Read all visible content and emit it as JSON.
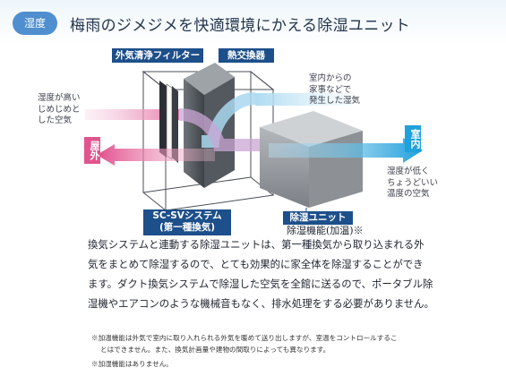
{
  "header": {
    "badge": "湿度",
    "title": "梅雨のジメジメを快適環境にかえる除湿ユニット"
  },
  "diagram": {
    "filter_label": "外気清浄フィルター",
    "exchanger_label": "熱交換器",
    "system_label_line1": "SC-SVシステム",
    "system_label_line2": "(第一種換気)",
    "unit_label": "除湿ユニット",
    "unit_sub": "除湿機能(加温)※",
    "outdoor_label": "屋外",
    "indoor_label": "室内",
    "humid_air_note": [
      "湿度が高い",
      "じめじめと",
      "した空気"
    ],
    "indoor_air_note": [
      "室内からの",
      "家事などで",
      "発生した湿気"
    ],
    "dry_air_note": [
      "湿度が低く",
      "ちょうどいい",
      "温度の空気"
    ]
  },
  "body": {
    "lines": [
      "換気システムと連動する除湿ユニットは、第一種換気から取り込まれる外",
      "気をまとめて除湿するので、とても効果的に家全体を除湿することができ",
      "ます。ダクト換気システムで除湿した空気を全館に送るので、ポータブル除",
      "湿機やエアコンのような機械音もなく、排水処理をする必要がありません。"
    ]
  },
  "footnotes": {
    "note1_line1": "※加温機能は外気で室内に取り入れられる外気を暖めて送り出しますが、室温をコントロールするこ",
    "note1_line2": "とはできません。また、換気計画量や建物の間取りによっても異なります。",
    "note2": "※加湿機能はありません。"
  },
  "colors": {
    "badge": "#4f8fcf",
    "label_box": "#1d4f8a",
    "outdoor_pink": "#e1558e",
    "indoor_blue": "#1ea1dc",
    "humid_pink": "#ea9cc0",
    "unit_gray": "#8e9196"
  }
}
